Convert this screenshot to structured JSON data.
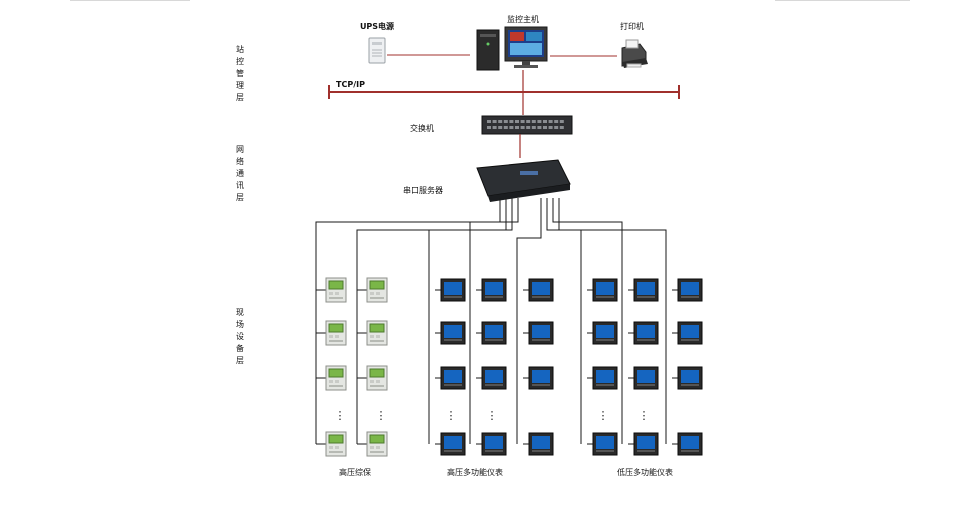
{
  "layers": {
    "station": "站控管理层",
    "network": "网络通讯层",
    "field": "现场设备层"
  },
  "devices": {
    "ups": "UPS电源",
    "host": "监控主机",
    "printer": "打印机",
    "bus": "TCP/IP",
    "switch": "交换机",
    "serial": "串口服务器"
  },
  "groups": {
    "hv_protect": "高压综保",
    "hv_meter": "高压多功能仪表",
    "lv_meter": "低压多功能仪表"
  },
  "ellipsis": "⋮",
  "colors": {
    "network_line": "#a0302c",
    "wire": "#1a1a1a",
    "meter_screen": "#1565c0",
    "protect_screen": "#7ab648"
  }
}
